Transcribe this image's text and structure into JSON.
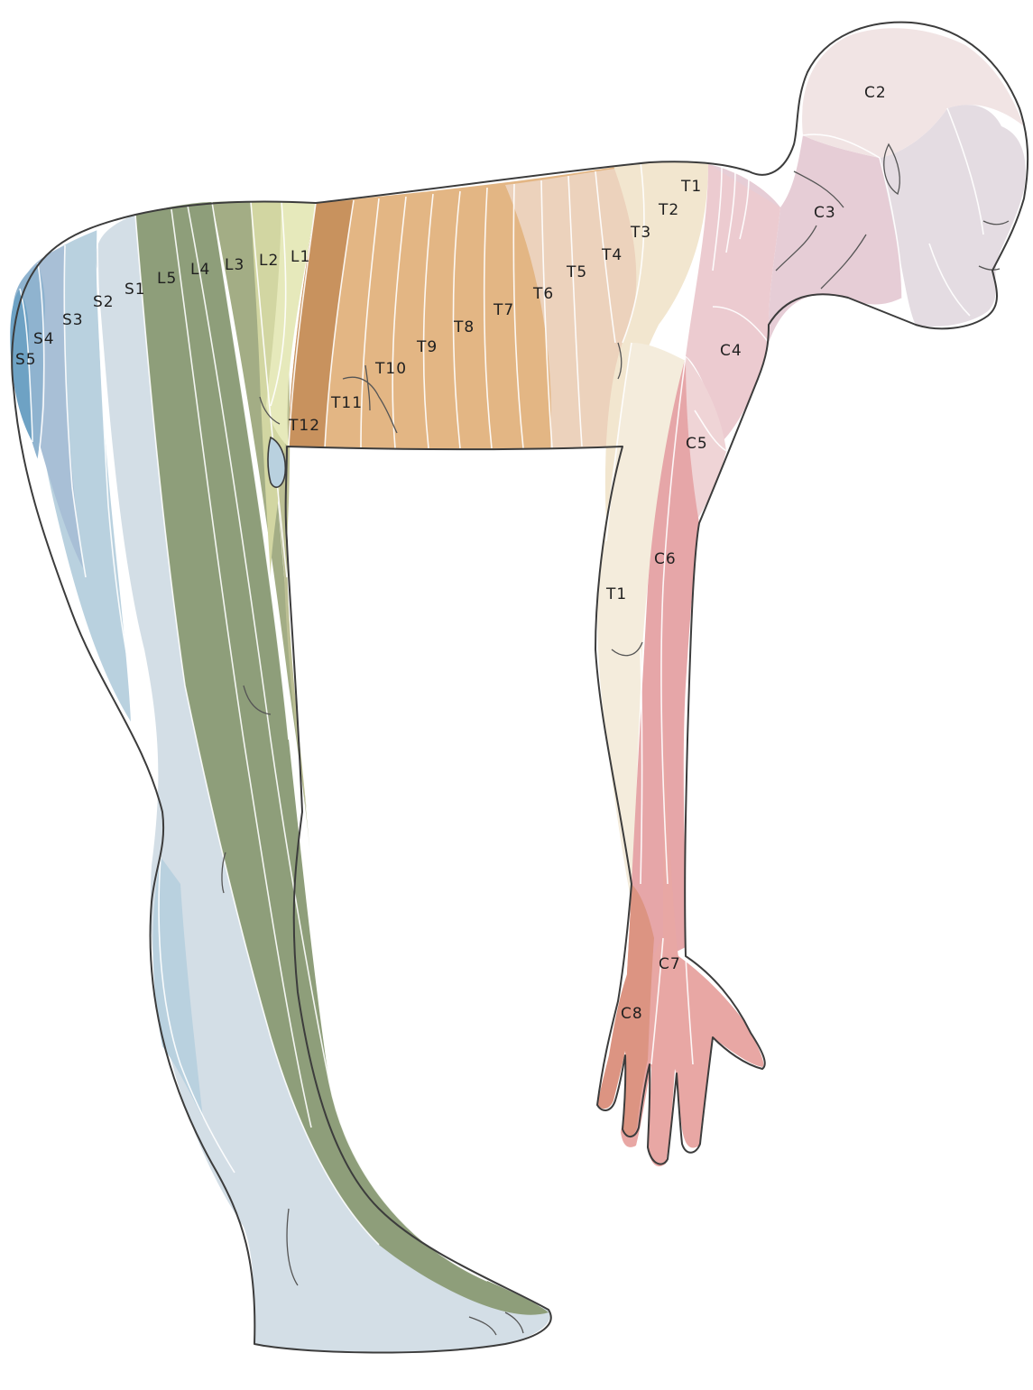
{
  "figure": {
    "labels": {
      "C2": "C2",
      "C3": "C3",
      "C4": "C4",
      "C5": "C5",
      "C6": "C6",
      "C7": "C7",
      "C8": "C8",
      "T1": "T1",
      "T1_arm": "T1",
      "T2": "T2",
      "T3": "T3",
      "T4": "T4",
      "T5": "T5",
      "T6": "T6",
      "T7": "T7",
      "T8": "T8",
      "T9": "T9",
      "T10": "T10",
      "T11": "T11",
      "T12": "T12",
      "L1": "L1",
      "L2": "L2",
      "L3": "L3",
      "L4": "L4",
      "L5": "L5",
      "S1": "S1",
      "S2": "S2",
      "S3": "S3",
      "S4": "S4",
      "S5": "S5"
    },
    "colors": {
      "C2": "#f1e4e4",
      "C3": "#e6cdd6",
      "face": "#e4dce2",
      "C4": "#eccbd0",
      "C5": "#efd4d6",
      "C6": "#e6a6a8",
      "C7": "#e8a7a4",
      "C8": "#dc9482",
      "T1_arm": "#f4ecdc",
      "upper_thoracic": "#ecd2bc",
      "T1": "#f2e6cf",
      "mid_thoracic": "#e3b684",
      "T12": "#c8925e",
      "L1": "#e6e9bb",
      "L2": "#d2d6a2",
      "L3": "#bcbf94",
      "L4": "#a3ad85",
      "L5": "#8e9e7a",
      "S1": "#d3dee6",
      "S2": "#b9d1df",
      "S3": "#a8bfd6",
      "S4": "#8fb3cf",
      "S5": "#6ea2c4",
      "outline": "#3c3c3c"
    }
  }
}
